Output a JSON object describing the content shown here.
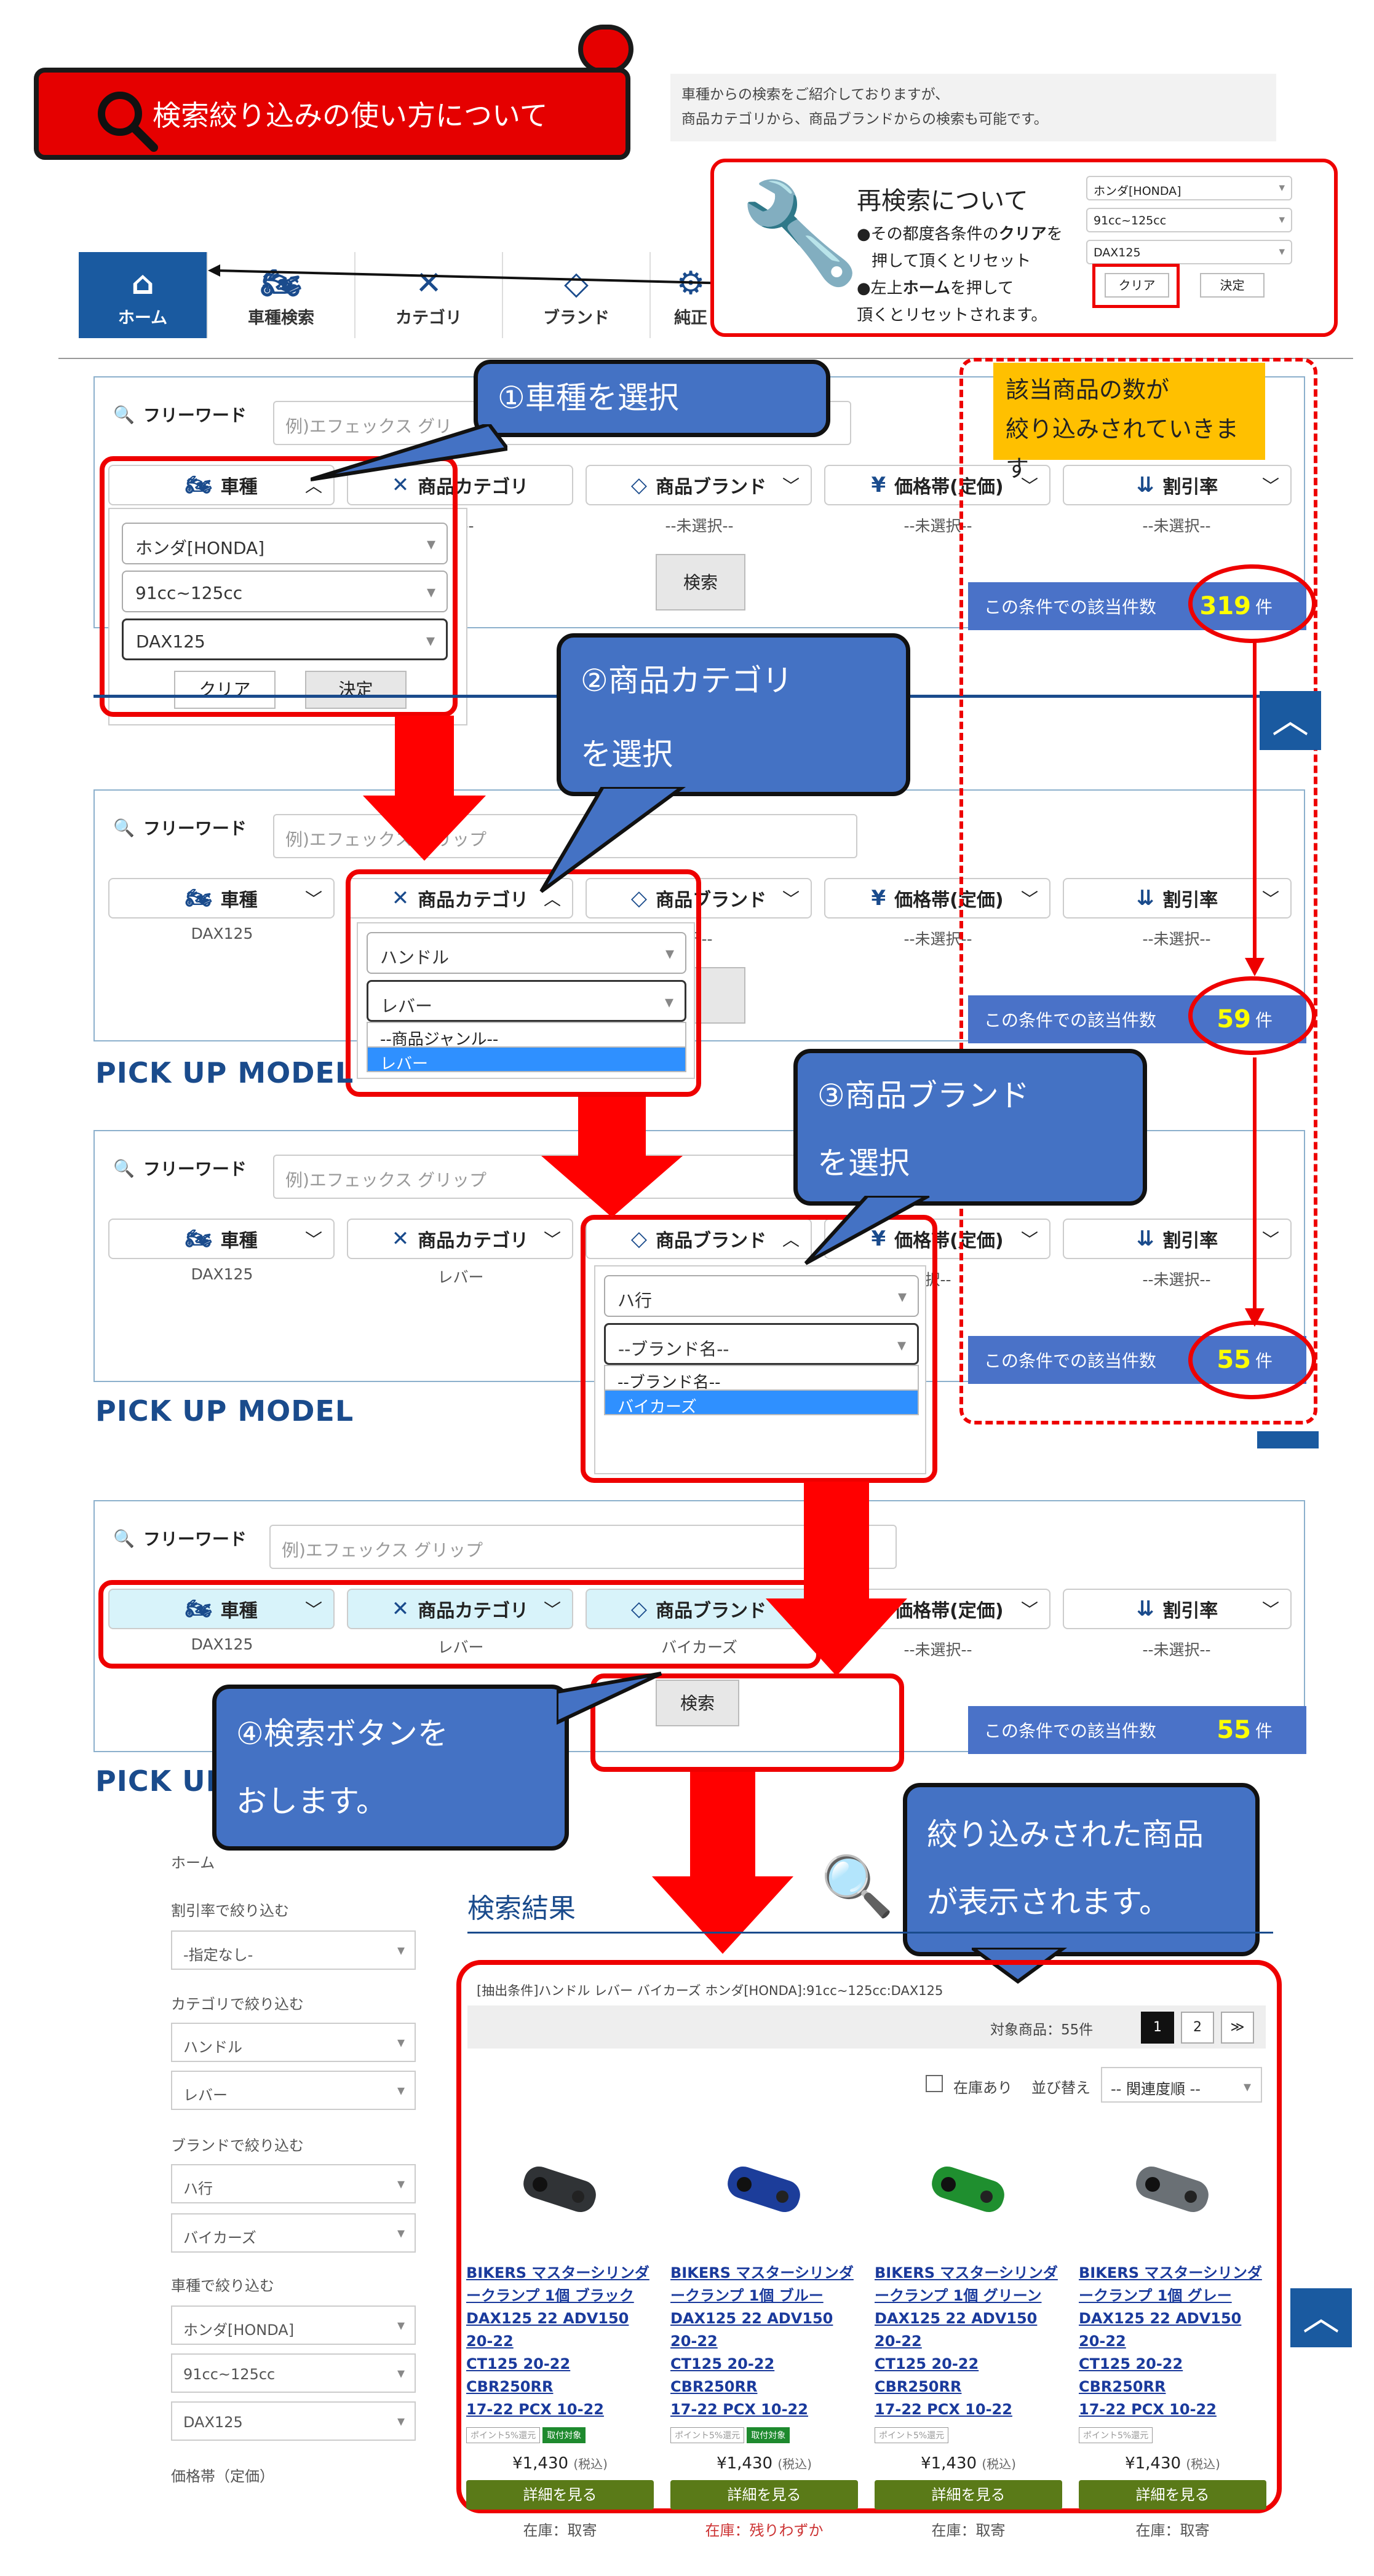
{
  "banner": {
    "title": "検索絞り込みの使い方について"
  },
  "intro": {
    "line1": "車種からの検索をご紹介しておりますが、",
    "line2": "商品カテゴリから、商品ブランドからの検索も可能です。"
  },
  "nav": {
    "home": "ホーム",
    "vehicle": "車種検索",
    "category": "カテゴリ",
    "brand": "ブランド",
    "genuine": "純正"
  },
  "retry": {
    "title": "再検索について",
    "l1a": "●その都度各条件の",
    "l1b": "クリア",
    "l1c": "を",
    "l2": "押して頂くとリセット",
    "l3a": "●左上",
    "l3b": "ホーム",
    "l3c": "を押して",
    "l4": "頂くとリセットされます。",
    "s1": "ホンダ[HONDA]",
    "s2": "91cc~125cc",
    "s3": "DAX125",
    "clear": "クリア",
    "ok": "決定"
  },
  "search": {
    "freeword": "フリーワード",
    "placeholder": "例)エフェックス グリップ",
    "placeholder_short": "例)エフェックス グリ",
    "tab_vehicle": "車種",
    "tab_category": "商品カテゴリ",
    "tab_brand": "商品ブランド",
    "tab_price": "価格帯(定価)",
    "tab_discount": "割引率",
    "unselected": "--未選択--",
    "unselected_cut": "択--",
    "search_btn": "検索",
    "count_label": "この条件での該当件数",
    "count_unit": "件",
    "sel_dax": "DAX125",
    "sel_lever": "レバー",
    "sel_bikers": "バイカーズ"
  },
  "step1": {
    "maker": "ホンダ[HONDA]",
    "cc": "91cc~125cc",
    "model": "DAX125",
    "clear": "クリア",
    "ok": "決定",
    "count": "319"
  },
  "step2": {
    "cat": "ハンドル",
    "sub": "レバー",
    "opt1": "--商品ジャンル--",
    "opt2": "レバー",
    "count": "59"
  },
  "step3": {
    "group": "ハ行",
    "brand": "--ブランド名--",
    "opt1": "--ブランド名--",
    "opt2": "バイカーズ",
    "count": "55"
  },
  "step4": {
    "count": "55"
  },
  "pickup": "PICK UP MODEL",
  "pickup_cut": "PICK UP MODEL",
  "callouts": {
    "c1": "①車種を選択",
    "c2a": "②商品カテゴリ",
    "c2b": "を選択",
    "c3a": "③商品ブランド",
    "c3b": "を選択",
    "c4a": "④検索ボタンを",
    "c4b": "おします。",
    "c5a": "絞り込みされた商品",
    "c5b": "が表示されます。",
    "note_a": "該当商品の数が",
    "note_b": "絞り込みされていきます"
  },
  "sidebar": {
    "home": "ホーム",
    "discount_label": "割引率で絞り込む",
    "discount_val": "-指定なし-",
    "cat_label": "カテゴリで絞り込む",
    "cat_val": "ハンドル",
    "cat_sub": "レバー",
    "brand_label": "ブランドで絞り込む",
    "brand_group": "ハ行",
    "brand_val": "バイカーズ",
    "vehicle_label": "車種で絞り込む",
    "vehicle_maker": "ホンダ[HONDA]",
    "vehicle_cc": "91cc~125cc",
    "vehicle_model": "DAX125",
    "price_label": "価格帯（定価）"
  },
  "results": {
    "heading": "検索結果",
    "cond": "[抽出条件]ハンドル レバー バイカーズ ホンダ[HONDA]:91cc~125cc:DAX125",
    "total": "対象商品：55件",
    "page1": "1",
    "page2": "2",
    "next": "≫",
    "instock": "在庫あり",
    "sort_label": "並び替え",
    "sort_val": "-- 関連度順 --",
    "products": [
      {
        "t1": "BIKERS マスターシリンダ",
        "t2": "ークランプ 1個 ブラック",
        "t3": "DAX125 22 ADV150 20-22",
        "t4": "CT125 20-22 CBR250RR",
        "t5": "17-22 PCX 10-22",
        "b1": "ポイント5%還元",
        "b2": "取付対象",
        "price": "¥1,430",
        "tax": "(税込)",
        "btn": "詳細を見る",
        "stock": "在庫：取寄",
        "color": "#303336"
      },
      {
        "t1": "BIKERS マスターシリンダ",
        "t2": "ークランプ 1個 ブルー",
        "t3": "DAX125 22 ADV150 20-22",
        "t4": "CT125 20-22 CBR250RR",
        "t5": "17-22 PCX 10-22",
        "b1": "ポイント5%還元",
        "b2": "取付対象",
        "price": "¥1,430",
        "tax": "(税込)",
        "btn": "詳細を見る",
        "stock": "在庫：残りわずか",
        "color": "#1c3d9a"
      },
      {
        "t1": "BIKERS マスターシリンダ",
        "t2": "ークランプ 1個 グリーン",
        "t3": "DAX125 22 ADV150 20-22",
        "t4": "CT125 20-22 CBR250RR",
        "t5": "17-22 PCX 10-22",
        "b1": "ポイント5%還元",
        "b2": "",
        "price": "¥1,430",
        "tax": "(税込)",
        "btn": "詳細を見る",
        "stock": "在庫：取寄",
        "color": "#1f8f2f"
      },
      {
        "t1": "BIKERS マスターシリンダ",
        "t2": "ークランプ 1個 グレー",
        "t3": "DAX125 22 ADV150 20-22",
        "t4": "CT125 20-22 CBR250RR",
        "t5": "17-22 PCX 10-22",
        "b1": "ポイント5%還元",
        "b2": "",
        "price": "¥1,430",
        "tax": "(税込)",
        "btn": "詳細を見る",
        "stock": "在庫：取寄",
        "color": "#6a7075"
      }
    ]
  }
}
